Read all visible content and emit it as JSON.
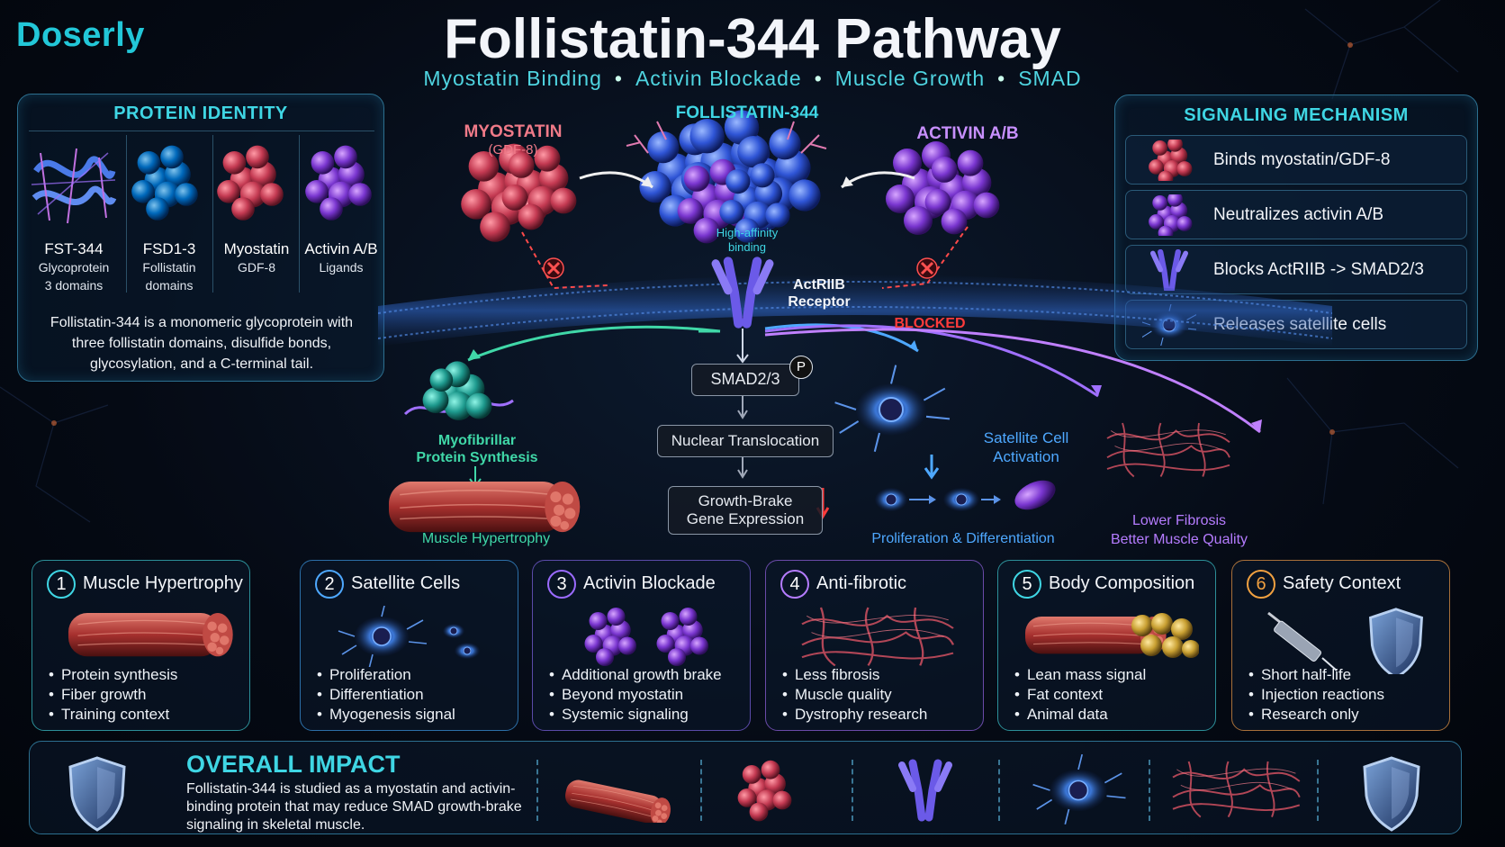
{
  "brand": "Doserly",
  "title": "Follistatin-344 Pathway",
  "subtitle": [
    "Myostatin Binding",
    "Activin Blockade",
    "Muscle Growth",
    "SMAD"
  ],
  "protein_identity": {
    "title": "PROTEIN IDENTITY",
    "items": [
      {
        "name": "FST-344",
        "desc": [
          "Glycoprotein",
          "3 domains"
        ]
      },
      {
        "name": "FSD1-3",
        "desc": [
          "Follistatin",
          "domains"
        ]
      },
      {
        "name": "Myostatin",
        "desc": [
          "GDF-8"
        ]
      },
      {
        "name": "Activin A/B",
        "desc": [
          "Ligands"
        ]
      }
    ],
    "body": [
      "Follistatin-344 is a monomeric glycoprotein with",
      "three follistatin domains, disulfide bonds,",
      "glycosylation, and a C-terminal tail."
    ]
  },
  "center": {
    "myostatin": "MYOSTATIN",
    "myostatin_sub": "(GDF-8)",
    "follistatin": "FOLLISTATIN-344",
    "activin": "ACTIVIN A/B",
    "binding": [
      "High-affinity",
      "binding"
    ],
    "receptor": [
      "ActRIIB",
      "Receptor"
    ],
    "blocked": "BLOCKED",
    "smad": "SMAD2/3",
    "p": "P",
    "nuclear": "Nuclear Translocation",
    "growth_brake": [
      "Growth-Brake",
      "Gene Expression"
    ],
    "myofibrillar": [
      "Myofibrillar",
      "Protein Synthesis"
    ],
    "muscle_hypertrophy": "Muscle Hypertrophy",
    "satellite": [
      "Satellite Cell",
      "Activation"
    ],
    "proliferation": "Proliferation & Differentiation",
    "fibrosis": [
      "Lower Fibrosis",
      "Better Muscle Quality"
    ]
  },
  "signaling": {
    "title": "SIGNALING MECHANISM",
    "rows": [
      {
        "text": "Binds myostatin/GDF-8",
        "icon": "myostatin-icon"
      },
      {
        "text": "Neutralizes activin A/B",
        "icon": "activin-icon"
      },
      {
        "text": "Blocks ActRIIB -> SMAD2/3",
        "icon": "receptor-icon"
      },
      {
        "text": "Releases satellite cells",
        "icon": "satellite-cell-icon"
      }
    ]
  },
  "cards": [
    {
      "num": "1",
      "title": "Muscle Hypertrophy",
      "items": [
        "Protein synthesis",
        "Fiber growth",
        "Training context"
      ],
      "accent": "#3fd6e4"
    },
    {
      "num": "2",
      "title": "Satellite Cells",
      "items": [
        "Proliferation",
        "Differentiation",
        "Myogenesis signal"
      ],
      "accent": "#4ea8ff"
    },
    {
      "num": "3",
      "title": "Activin Blockade",
      "items": [
        "Additional growth brake",
        "Beyond myostatin",
        "Systemic signaling"
      ],
      "accent": "#9b6bff"
    },
    {
      "num": "4",
      "title": "Anti-fibrotic",
      "items": [
        "Less fibrosis",
        "Muscle quality",
        "Dystrophy research"
      ],
      "accent": "#b57cff"
    },
    {
      "num": "5",
      "title": "Body Composition",
      "items": [
        "Lean mass signal",
        "Fat context",
        "Animal data"
      ],
      "accent": "#3fd6e4"
    },
    {
      "num": "6",
      "title": "Safety Context",
      "items": [
        "Short half-life",
        "Injection reactions",
        "Research only"
      ],
      "accent": "#f0a040"
    }
  ],
  "impact": {
    "title": "OVERALL IMPACT",
    "text": "Follistatin-344 is studied as a myostatin and activin-binding protein that may reduce SMAD growth-brake signaling in skeletal muscle."
  },
  "colors": {
    "accent": "#3fd6e4",
    "myostatin": "#e0556a",
    "activin": "#b56bff",
    "follistatin": "#2f5fe0",
    "blocked": "#ff3b3b"
  }
}
